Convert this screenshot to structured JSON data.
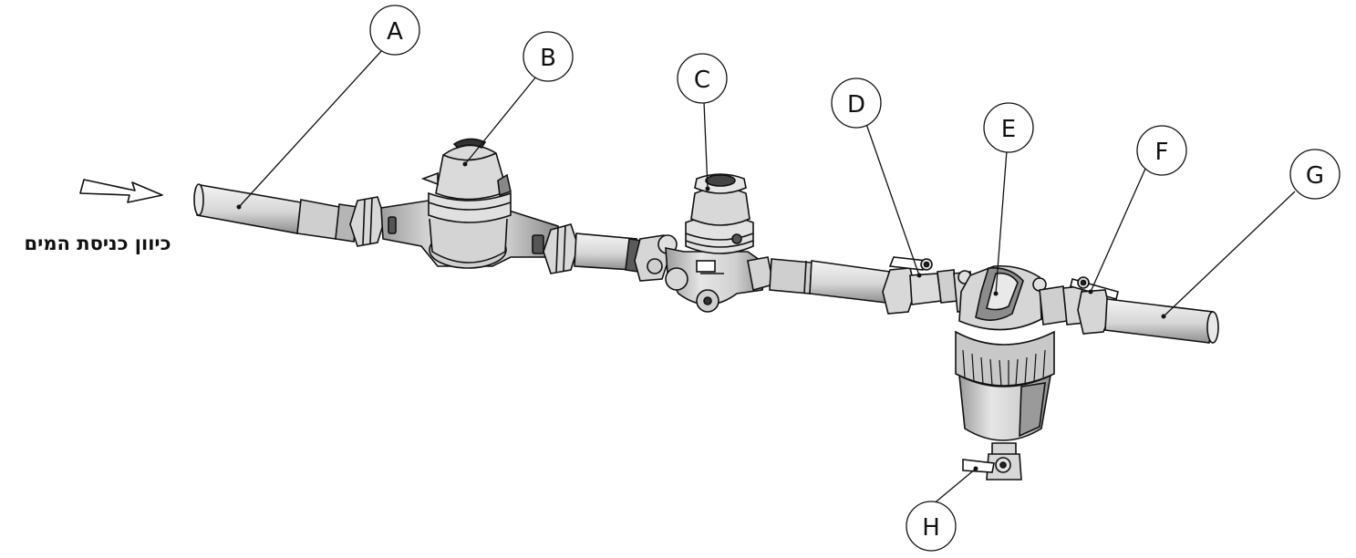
{
  "flow_direction_label": "כיוון כניסת המים",
  "callouts": [
    {
      "id": "A"
    },
    {
      "id": "B"
    },
    {
      "id": "C"
    },
    {
      "id": "D"
    },
    {
      "id": "E"
    },
    {
      "id": "F"
    },
    {
      "id": "G"
    },
    {
      "id": "H"
    }
  ],
  "colors": {
    "line": "#111111",
    "body": "#dcdcdc",
    "shade": "#9a9a9a",
    "dark": "#5e5e5e"
  }
}
